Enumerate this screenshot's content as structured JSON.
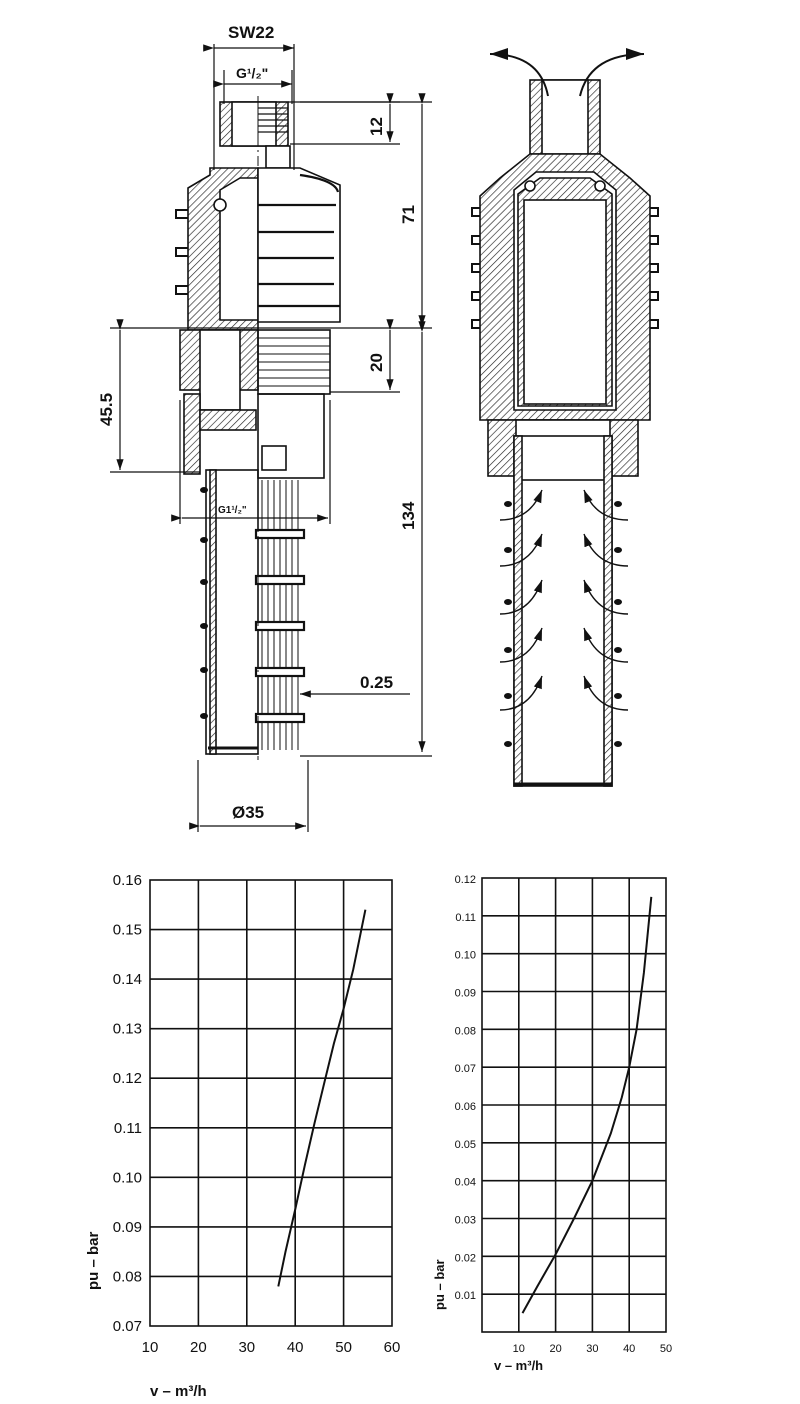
{
  "drawing": {
    "dims": {
      "sw": "SW22",
      "g_top": "G¹/₂\"",
      "d12": "12",
      "d71": "71",
      "d20": "20",
      "d45": "45.5",
      "d134": "134",
      "g_mid": "G1¹/₂\"",
      "d025": "0.25",
      "d35": "Ø35"
    }
  },
  "chart_data": [
    {
      "type": "line",
      "title": "",
      "xlabel": "v – m³/h",
      "ylabel": "pu  –  bar",
      "xlim": [
        10,
        60
      ],
      "ylim": [
        0.07,
        0.16
      ],
      "xticks": [
        "10",
        "20",
        "30",
        "40",
        "50",
        "60"
      ],
      "yticks": [
        "0.07",
        "0.08",
        "0.09",
        "0.10",
        "0.11",
        "0.12",
        "0.13",
        "0.14",
        "0.15",
        "0.16"
      ],
      "grid": true,
      "series": [
        {
          "x": [
            36.5,
            38,
            40,
            42,
            44,
            46,
            48,
            50,
            52,
            54.5
          ],
          "y": [
            0.078,
            0.085,
            0.0935,
            0.1025,
            0.111,
            0.119,
            0.127,
            0.134,
            0.142,
            0.154
          ]
        }
      ]
    },
    {
      "type": "line",
      "title": "",
      "xlabel": "v – m³/h",
      "ylabel": "pu  –  bar",
      "xlim": [
        0,
        50
      ],
      "ylim": [
        0,
        0.12
      ],
      "xticks": [
        "10",
        "20",
        "30",
        "40",
        "50"
      ],
      "yticks": [
        "0.01",
        "0.02",
        "0.03",
        "0.04",
        "0.05",
        "0.06",
        "0.07",
        "0.08",
        "0.09",
        "0.10",
        "0.11",
        "0.12"
      ],
      "grid": true,
      "series": [
        {
          "x": [
            11,
            15,
            20,
            25,
            30,
            35,
            38,
            40,
            42,
            44,
            46
          ],
          "y": [
            0.005,
            0.012,
            0.0205,
            0.03,
            0.04,
            0.0525,
            0.062,
            0.07,
            0.08,
            0.095,
            0.115
          ]
        }
      ]
    }
  ]
}
